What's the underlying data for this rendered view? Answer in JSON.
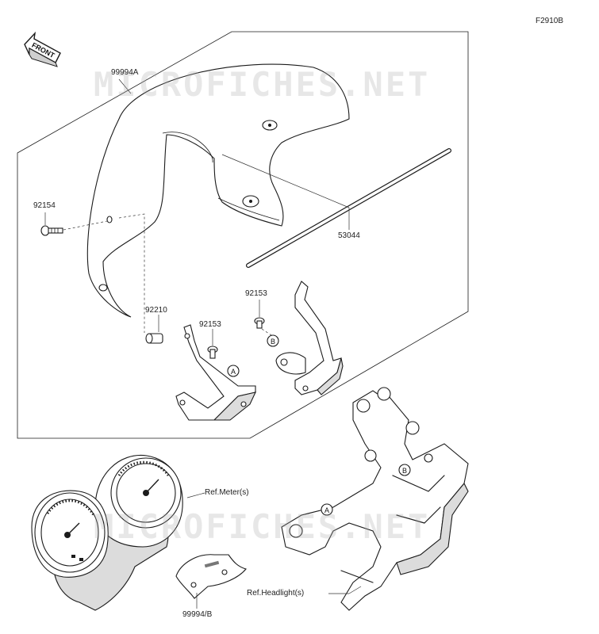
{
  "figure_code": "F2910B",
  "front_label": "FRONT",
  "watermark_text": "MICROFICHES.NET",
  "callout_a": "A",
  "callout_b": "B",
  "parts": {
    "windshield": "99994A",
    "rod": "53044",
    "bolt": "92154",
    "spacer": "92210",
    "screw_left": "92153",
    "screw_right": "92153",
    "cover": "99994/B"
  },
  "references": {
    "meter": "Ref.Meter(s)",
    "headlight": "Ref.Headlight(s)"
  }
}
